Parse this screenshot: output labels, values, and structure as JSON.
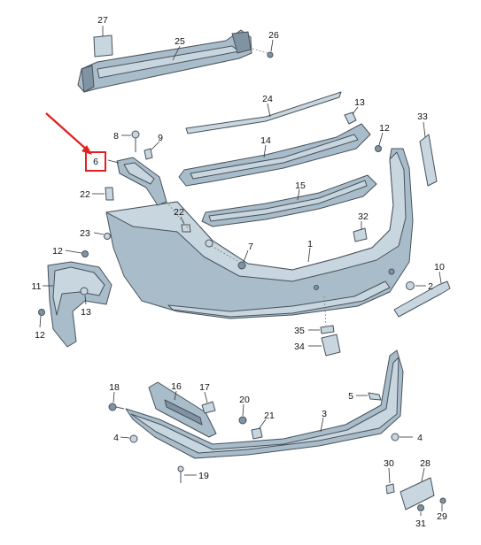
{
  "colors": {
    "part_fill": "#a9bcc9",
    "part_light": "#c8d6df",
    "outline": "#48525c",
    "highlight": "#e02020"
  },
  "labels": {
    "p1": "1",
    "p2": "2",
    "p3": "3",
    "p4a": "4",
    "p4b": "4",
    "p5": "5",
    "p6": "6",
    "p7": "7",
    "p8": "8",
    "p9": "9",
    "p10": "10",
    "p11": "11",
    "p12a": "12",
    "p12b": "12",
    "p12c": "12",
    "p13a": "13",
    "p13b": "13",
    "p14": "14",
    "p15": "15",
    "p16": "16",
    "p17": "17",
    "p18": "18",
    "p19": "19",
    "p20": "20",
    "p21": "21",
    "p22a": "22",
    "p22b": "22",
    "p23": "23",
    "p24": "24",
    "p25": "25",
    "p26": "26",
    "p27": "27",
    "p28": "28",
    "p29": "29",
    "p30": "30",
    "p31": "31",
    "p32": "32",
    "p33": "33",
    "p34": "34",
    "p35": "35"
  }
}
